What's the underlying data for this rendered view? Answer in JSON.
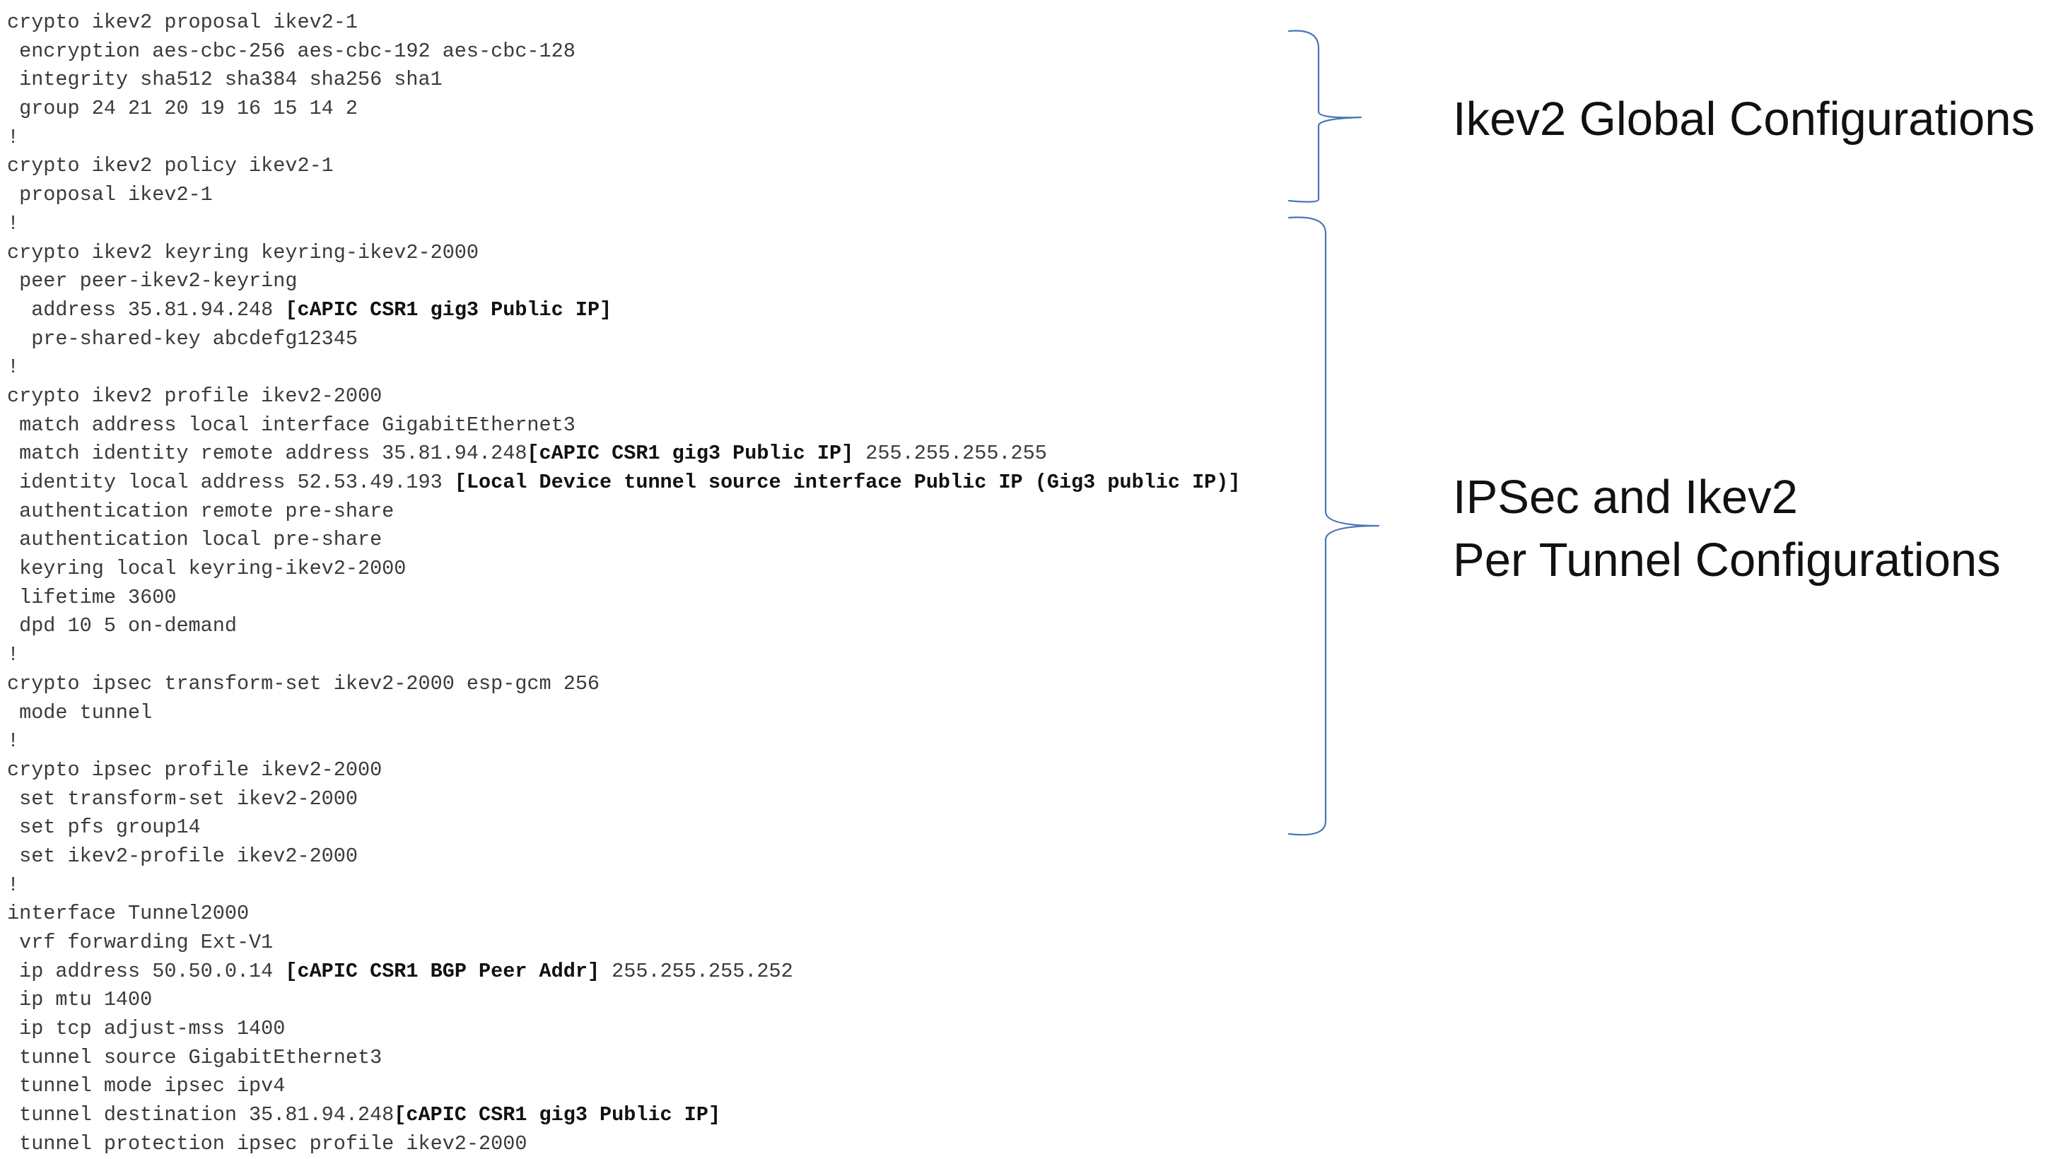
{
  "accent_color": "#4a76b8",
  "config_lines": [
    {
      "text": "crypto ikev2 proposal ikev2-1"
    },
    {
      "text": " encryption aes-cbc-256 aes-cbc-192 aes-cbc-128"
    },
    {
      "text": " integrity sha512 sha384 sha256 sha1"
    },
    {
      "text": " group 24 21 20 19 16 15 14 2"
    },
    {
      "text": "!"
    },
    {
      "text": "crypto ikev2 policy ikev2-1"
    },
    {
      "text": " proposal ikev2-1"
    },
    {
      "text": "!"
    },
    {
      "text": "crypto ikev2 keyring keyring-ikev2-2000"
    },
    {
      "text": " peer peer-ikev2-keyring"
    },
    {
      "text": "  address 35.81.94.248 ",
      "note": "[cAPIC CSR1 gig3 Public IP]"
    },
    {
      "text": "  pre-shared-key abcdefg12345"
    },
    {
      "text": "!"
    },
    {
      "text": "crypto ikev2 profile ikev2-2000"
    },
    {
      "text": " match address local interface GigabitEthernet3"
    },
    {
      "text": " match identity remote address 35.81.94.248",
      "note": "[cAPIC CSR1 gig3 Public IP]",
      "after": " 255.255.255.255"
    },
    {
      "text": " identity local address 52.53.49.193 ",
      "note": "[Local Device tunnel source interface Public IP (Gig3 public IP)]"
    },
    {
      "text": " authentication remote pre-share"
    },
    {
      "text": " authentication local pre-share"
    },
    {
      "text": " keyring local keyring-ikev2-2000"
    },
    {
      "text": " lifetime 3600"
    },
    {
      "text": " dpd 10 5 on-demand"
    },
    {
      "text": "!"
    },
    {
      "text": "crypto ipsec transform-set ikev2-2000 esp-gcm 256"
    },
    {
      "text": " mode tunnel"
    },
    {
      "text": "!"
    },
    {
      "text": "crypto ipsec profile ikev2-2000"
    },
    {
      "text": " set transform-set ikev2-2000"
    },
    {
      "text": " set pfs group14"
    },
    {
      "text": " set ikev2-profile ikev2-2000"
    },
    {
      "text": "!"
    },
    {
      "text": "interface Tunnel2000"
    },
    {
      "text": " vrf forwarding Ext-V1"
    },
    {
      "text": " ip address 50.50.0.14 ",
      "note": "[cAPIC CSR1 BGP Peer Addr]",
      "after": " 255.255.255.252"
    },
    {
      "text": " ip mtu 1400"
    },
    {
      "text": " ip tcp adjust-mss 1400"
    },
    {
      "text": " tunnel source GigabitEthernet3"
    },
    {
      "text": " tunnel mode ipsec ipv4"
    },
    {
      "text": " tunnel destination 35.81.94.248",
      "note": "[cAPIC CSR1 gig3 Public IP]"
    },
    {
      "text": " tunnel protection ipsec profile ikev2-2000"
    }
  ],
  "annotations": {
    "global": {
      "lines": [
        "Ikev2 Global Configurations"
      ]
    },
    "tunnel": {
      "lines": [
        "IPSec and Ikev2",
        "Per Tunnel Configurations"
      ]
    }
  }
}
